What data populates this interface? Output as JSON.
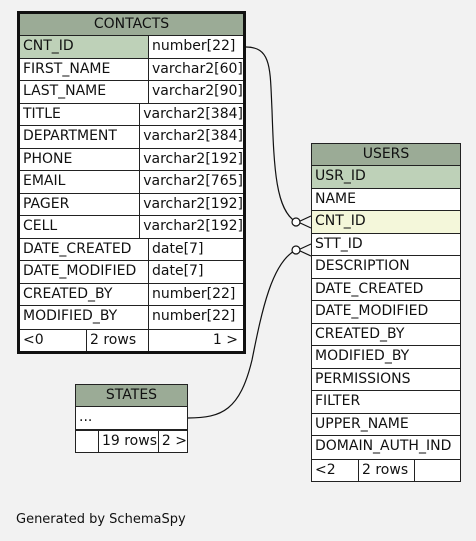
{
  "contacts": {
    "title": "CONTACTS",
    "columns": [
      {
        "name": "CNT_ID",
        "type": "number[22]"
      },
      {
        "name": "FIRST_NAME",
        "type": "varchar2[60]"
      },
      {
        "name": "LAST_NAME",
        "type": "varchar2[90]"
      },
      {
        "name": "TITLE",
        "type": "varchar2[384]"
      },
      {
        "name": "DEPARTMENT",
        "type": "varchar2[384]"
      },
      {
        "name": "PHONE",
        "type": "varchar2[192]"
      },
      {
        "name": "EMAIL",
        "type": "varchar2[765]"
      },
      {
        "name": "PAGER",
        "type": "varchar2[192]"
      },
      {
        "name": "CELL",
        "type": "varchar2[192]"
      },
      {
        "name": "DATE_CREATED",
        "type": "date[7]"
      },
      {
        "name": "DATE_MODIFIED",
        "type": "date[7]"
      },
      {
        "name": "CREATED_BY",
        "type": "number[22]"
      },
      {
        "name": "MODIFIED_BY",
        "type": "number[22]"
      }
    ],
    "footer": {
      "parents": "<0",
      "rows": "2 rows",
      "children": "1 >"
    }
  },
  "users": {
    "title": "USERS",
    "columns": [
      "USR_ID",
      "NAME",
      "CNT_ID",
      "STT_ID",
      "DESCRIPTION",
      "DATE_CREATED",
      "DATE_MODIFIED",
      "CREATED_BY",
      "MODIFIED_BY",
      "PERMISSIONS",
      "FILTER",
      "UPPER_NAME",
      "DOMAIN_AUTH_IND"
    ],
    "footer": {
      "parents": "<2",
      "rows": "2 rows"
    }
  },
  "states": {
    "title": "STATES",
    "body": "...",
    "footer": {
      "rows": "19 rows",
      "children": "2 >"
    }
  },
  "credit": "Generated by SchemaSpy"
}
